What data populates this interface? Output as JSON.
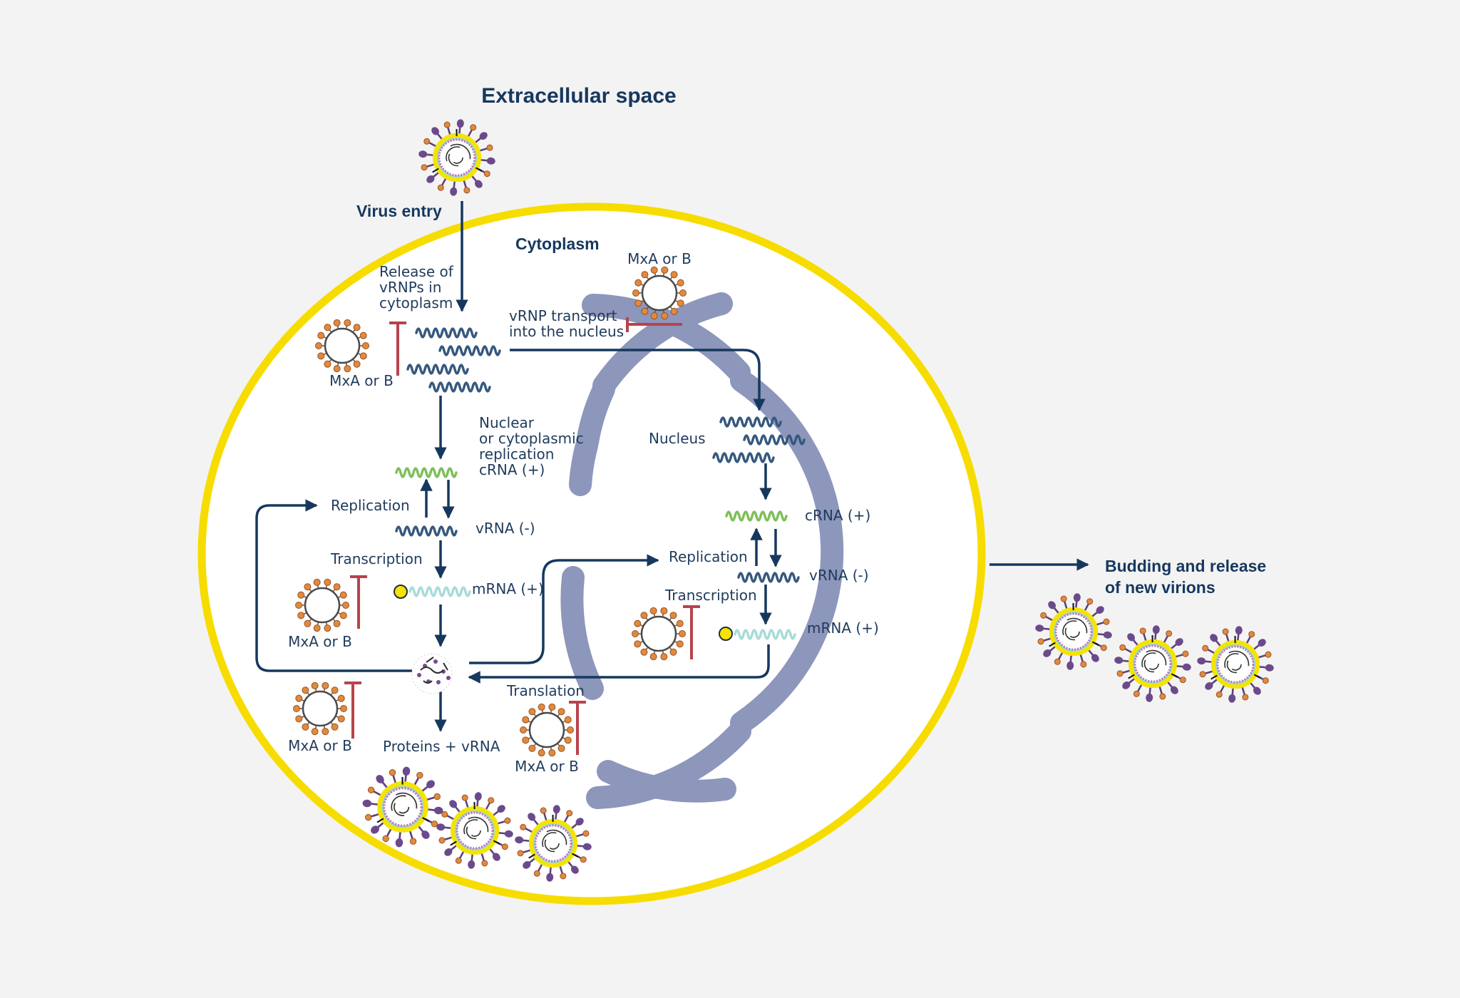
{
  "title": "Extracellular space",
  "labels": {
    "virus_entry": "Virus entry",
    "cytoplasm": "Cytoplasm",
    "nucleus": "Nucleus",
    "budding": [
      "Budding and release",
      "of new virions"
    ],
    "release_vrnps": [
      "Release of",
      "vRNPs in",
      "cytoplasm"
    ],
    "vrnp_transport": [
      "vRNP transport",
      "into the nucleus"
    ],
    "nuclear_replication": [
      "Nuclear",
      "or cytoplasmic",
      "replication",
      "cRNA (+)"
    ],
    "replication_left": "Replication",
    "transcription_left": "Transcription",
    "vrna_left": "vRNA (-)",
    "mrna_left": "mRNA (+)",
    "proteins": "Proteins + vRNA",
    "translation": "Translation",
    "crna_nuc": "cRNA (+)",
    "replication_nuc": "Replication",
    "vrna_nuc": "vRNA (-)",
    "transcription_nuc": "Transcription",
    "mrna_nuc": "mRNA (+)",
    "mx": "MxA or B"
  },
  "colors": {
    "background": "#f3f3f3",
    "cell_membrane": "#f7dc00",
    "nuclear_envelope": "#b3b9d4",
    "arrow": "#16385e",
    "inhibitor": "#b8434e",
    "vrna": "#36587e",
    "crna": "#7fbf5a",
    "mrna": "#a8dbd8",
    "cap": "#f5e400"
  }
}
